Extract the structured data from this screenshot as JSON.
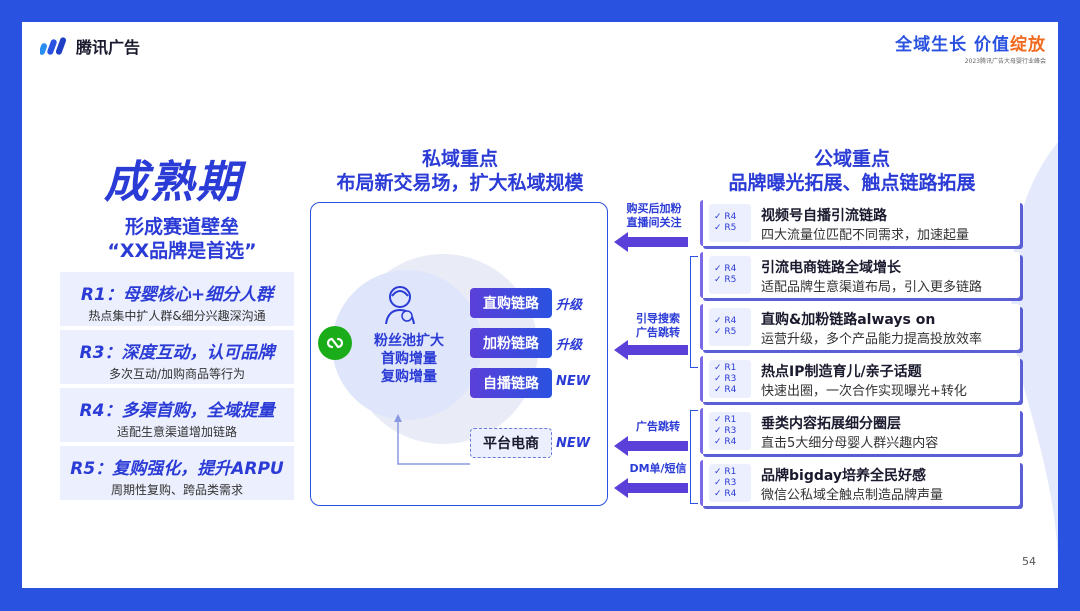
{
  "header": {
    "brand": "腾讯广告",
    "slogan_part1": "全域生长 价值",
    "slogan_part2": "绽放",
    "slogan_sub": "2023腾讯广告大母婴行业峰会"
  },
  "left": {
    "stage": "成熟期",
    "subtitle1": "形成赛道壁垒",
    "subtitle2": "“XX品牌是首选”",
    "items": [
      {
        "title": "R1：母婴核心+细分人群",
        "desc": "热点集中扩人群&细分兴趣深沟通"
      },
      {
        "title": "R3：深度互动，认可品牌",
        "desc": "多次互动/加购商品等行为"
      },
      {
        "title": "R4：多渠首购，全域提量",
        "desc": "适配生意渠道增加链路"
      },
      {
        "title": "R5：复购强化，提升ARPU",
        "desc": "周期性复购、跨品类需求"
      }
    ]
  },
  "middle": {
    "head1": "私域重点",
    "head2": "布局新交易场，扩大私域规模",
    "fan_line1": "粉丝池扩大",
    "fan_line2": "首购增量",
    "fan_line3": "复购增量",
    "chains": [
      {
        "label": "直购链路",
        "tag": "升级"
      },
      {
        "label": "加粉链路",
        "tag": "升级"
      },
      {
        "label": "自播链路",
        "tag": "NEW"
      }
    ],
    "platform": {
      "label": "平台电商",
      "tag": "NEW"
    }
  },
  "arrows": [
    {
      "line1": "购买后加粉",
      "line2": "直播间关注"
    },
    {
      "line1": "引导搜索",
      "line2": "广告跳转"
    },
    {
      "line1": "广告跳转",
      "line2": ""
    },
    {
      "line1": "DM单/短信",
      "line2": ""
    }
  ],
  "right": {
    "head1": "公域重点",
    "head2": "品牌曝光拓展、触点链路拓展",
    "cards": [
      {
        "tags": [
          "✓ R4",
          "✓ R5"
        ],
        "title": "视频号自播引流链路",
        "desc": "四大流量位匹配不同需求，加速起量"
      },
      {
        "tags": [
          "✓ R4",
          "✓ R5"
        ],
        "title": "引流电商链路全域增长",
        "desc": "适配品牌生意渠道布局，引入更多链路"
      },
      {
        "tags": [
          "✓ R4",
          "✓ R5"
        ],
        "title": "直购&加粉链路always on",
        "desc": "运营升级，多个产品能力提高投放效率"
      },
      {
        "tags": [
          "✓ R1",
          "✓ R3",
          "✓ R4"
        ],
        "title": "热点IP制造育儿/亲子话题",
        "desc": "快速出圈，一次合作实现曝光+转化"
      },
      {
        "tags": [
          "✓ R1",
          "✓ R3",
          "✓ R4"
        ],
        "title": "垂类内容拓展细分圈层",
        "desc": "直击5大细分母婴人群兴趣内容"
      },
      {
        "tags": [
          "✓ R1",
          "✓ R3",
          "✓ R4"
        ],
        "title": "品牌bigday培养全民好感",
        "desc": "微信公私域全触点制造品牌声量"
      }
    ]
  },
  "page_number": "54"
}
